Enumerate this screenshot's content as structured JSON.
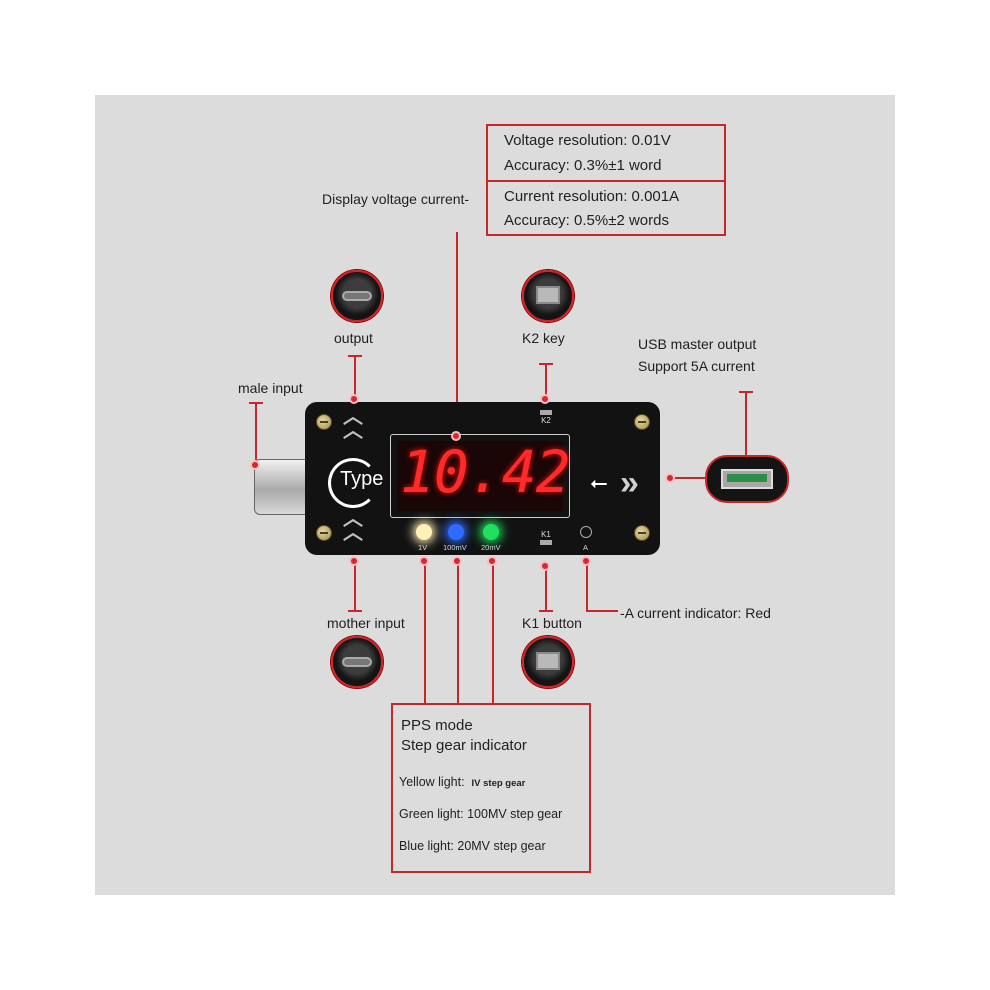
{
  "specs": {
    "voltage_resolution": "Voltage resolution: 0.01V",
    "voltage_accuracy": "Accuracy: 0.3%±1 word",
    "current_resolution": "Current resolution: 0.001A",
    "current_accuracy": "Accuracy: 0.5%±2 words"
  },
  "labels": {
    "display": "Display voltage current-",
    "output": "output",
    "k2_key": "K2 key",
    "usb_output_line1": "USB master output",
    "usb_output_line2": "Support 5A current",
    "male_input": "male input",
    "mother_input": "mother input",
    "k1_button": "K1 button",
    "a_indicator": "-A current indicator: Red"
  },
  "device": {
    "reading": "10.42",
    "logo_text": "Type",
    "led_labels": [
      "1V",
      "100mV",
      "20mV"
    ],
    "k1_mark": "K1",
    "k2_mark": "K2",
    "a_mark": "A",
    "led_colors": [
      "#fff1b8",
      "#2f6bff",
      "#20e060"
    ],
    "display_color": "#ff2a2a"
  },
  "pps": {
    "title1": "PPS mode",
    "title2": "Step gear indicator",
    "yellow_prefix": "Yellow light:",
    "yellow_value": "IV step gear",
    "green": "Green light: 100MV step gear",
    "blue": "Blue light: 20MV step gear"
  },
  "colors": {
    "accent": "#c8262b",
    "panel": "#dcdcdc"
  }
}
